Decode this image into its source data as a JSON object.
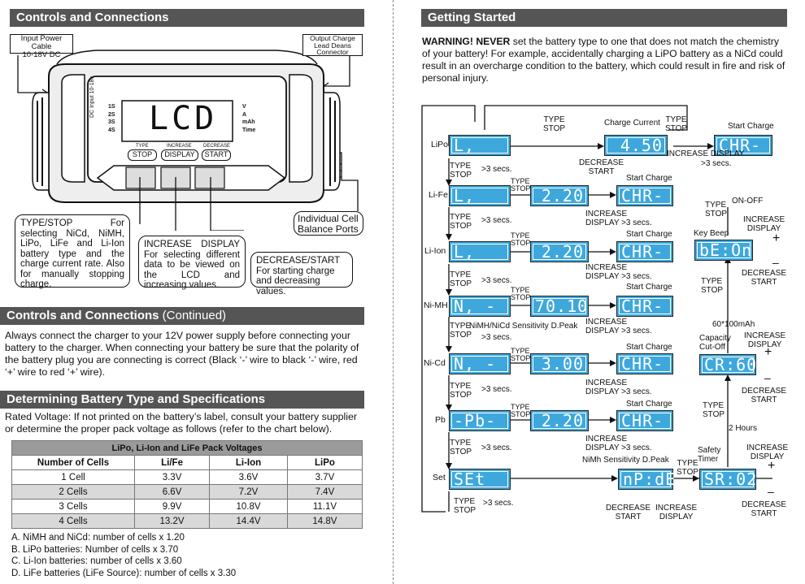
{
  "left": {
    "controls_header": "Controls and Connections",
    "callouts": {
      "input_power": "Input Power Cable\n10-18V DC",
      "output_charge": "Output Charge\nLead Deans\nConnector",
      "balance": "Individual Cell\nBalance Ports",
      "type_stop": "TYPE/STOP\nFor selecting NiCd, NiMH, LiPo, LiFe and Li-Ion battery type and the charge current rate. Also for manually stopping charge.",
      "increase": "INCREASE DISPLAY\nFor selecting different data to be viewed on the LCD and increasing values.",
      "decrease": "DECREASE/START\nFor starting charge and decreasing values."
    },
    "charger": {
      "lcd": "LCD",
      "dc_input": "DC Input 10-18v",
      "left_labels": [
        "1S",
        "2S",
        "3S",
        "4S"
      ],
      "right_labels": [
        "V",
        "A",
        "mAh",
        "Time"
      ],
      "btn_small": [
        "TYPE",
        "INCREASE",
        "DECREASE"
      ],
      "btn_big": [
        "STOP",
        "DISPLAY",
        "START"
      ]
    },
    "continued_header": "Controls and Connections",
    "continued_suffix": "(Continued)",
    "continued_text": "Always connect the charger to your 12V power supply before connecting your battery to the charger. When connecting your battery be sure that the polarity of the battery plug you are connecting is correct (Black ‘-’ wire to black ‘-’ wire, red ‘+’ wire to red ‘+’ wire).",
    "determine_header": "Determining Battery Type and Specifications",
    "determine_text": "Rated Voltage: If not printed on the battery’s label, consult your battery supplier or determine the proper pack voltage as follows (refer to the chart below).",
    "table": {
      "caption": "LiPo, Li-Ion and LiFe Pack Voltages",
      "headers": [
        "Number of Cells",
        "Li/Fe",
        "Li-Ion",
        "LiPo"
      ],
      "rows": [
        [
          "1 Cell",
          "3.3V",
          "3.6V",
          "3.7V"
        ],
        [
          "2 Cells",
          "6.6V",
          "7.2V",
          "7.4V"
        ],
        [
          "3 Cells",
          "9.9V",
          "10.8V",
          "11.1V"
        ],
        [
          "4 Cells",
          "13.2V",
          "14.4V",
          "14.8V"
        ]
      ]
    },
    "notes": [
      "A. NiMH and NiCd: number of cells x 1.20",
      "B. LiPo batteries: Number of cells x 3.70",
      "C. Li-Ion batteries: number of cells x 3.60",
      "D. LiFe batteries (LiFe Source): number of cells x 3.30"
    ]
  },
  "right": {
    "header": "Getting Started",
    "warning_bold": "WARNING! NEVER",
    "warning_text": " set the battery type to one that does not match the chemistry of your battery! For example, accidentally charging a LiPO battery as a NiCd could result in an overcharge condition to the battery, which could result in fire and risk of personal injury.",
    "flow": {
      "modes": [
        "LiPo",
        "Li-Fe",
        "Li-Ion",
        "Ni-MH",
        "Ni-Cd",
        "Pb",
        "Set"
      ],
      "type_lcd": [
        "L, Po",
        "L, FE",
        "L, Io",
        "N, -H",
        "N, -C",
        "-Pb-",
        "SEt -"
      ],
      "current_lcd": [
        "4.50",
        "2.20",
        "2.20",
        "70.10",
        "3.00",
        "2.20"
      ],
      "charge_lcd": "CHR-",
      "set_lcd": [
        "nP:dE",
        "SR:02",
        "CR:60",
        "bE:On"
      ],
      "labels": {
        "type_stop": "TYPE\nSTOP",
        "three_secs": ">3 secs.",
        "charge_current": "Charge Current",
        "start_charge": "Start Charge",
        "decrease_start": "DECREASE\nSTART",
        "increase_display": "INCREASE\nDISPLAY",
        "increase_display_3s": "INCREASE\nDISPLAY >3 secs.",
        "nimh_sens": "NiMH/NiCd Sensitivity D.Peak",
        "nimh_sens2": "NiMh Sensitivity D.Peak",
        "safety_timer": "Safety\nTimer",
        "two_hours": "2 Hours",
        "capacity": "Capacity\nCut-Off",
        "cap_val": "60*100mAh",
        "key_beep": "Key Beep",
        "on_off": "ON-OFF",
        "plus": "+",
        "minus": "–"
      }
    }
  }
}
